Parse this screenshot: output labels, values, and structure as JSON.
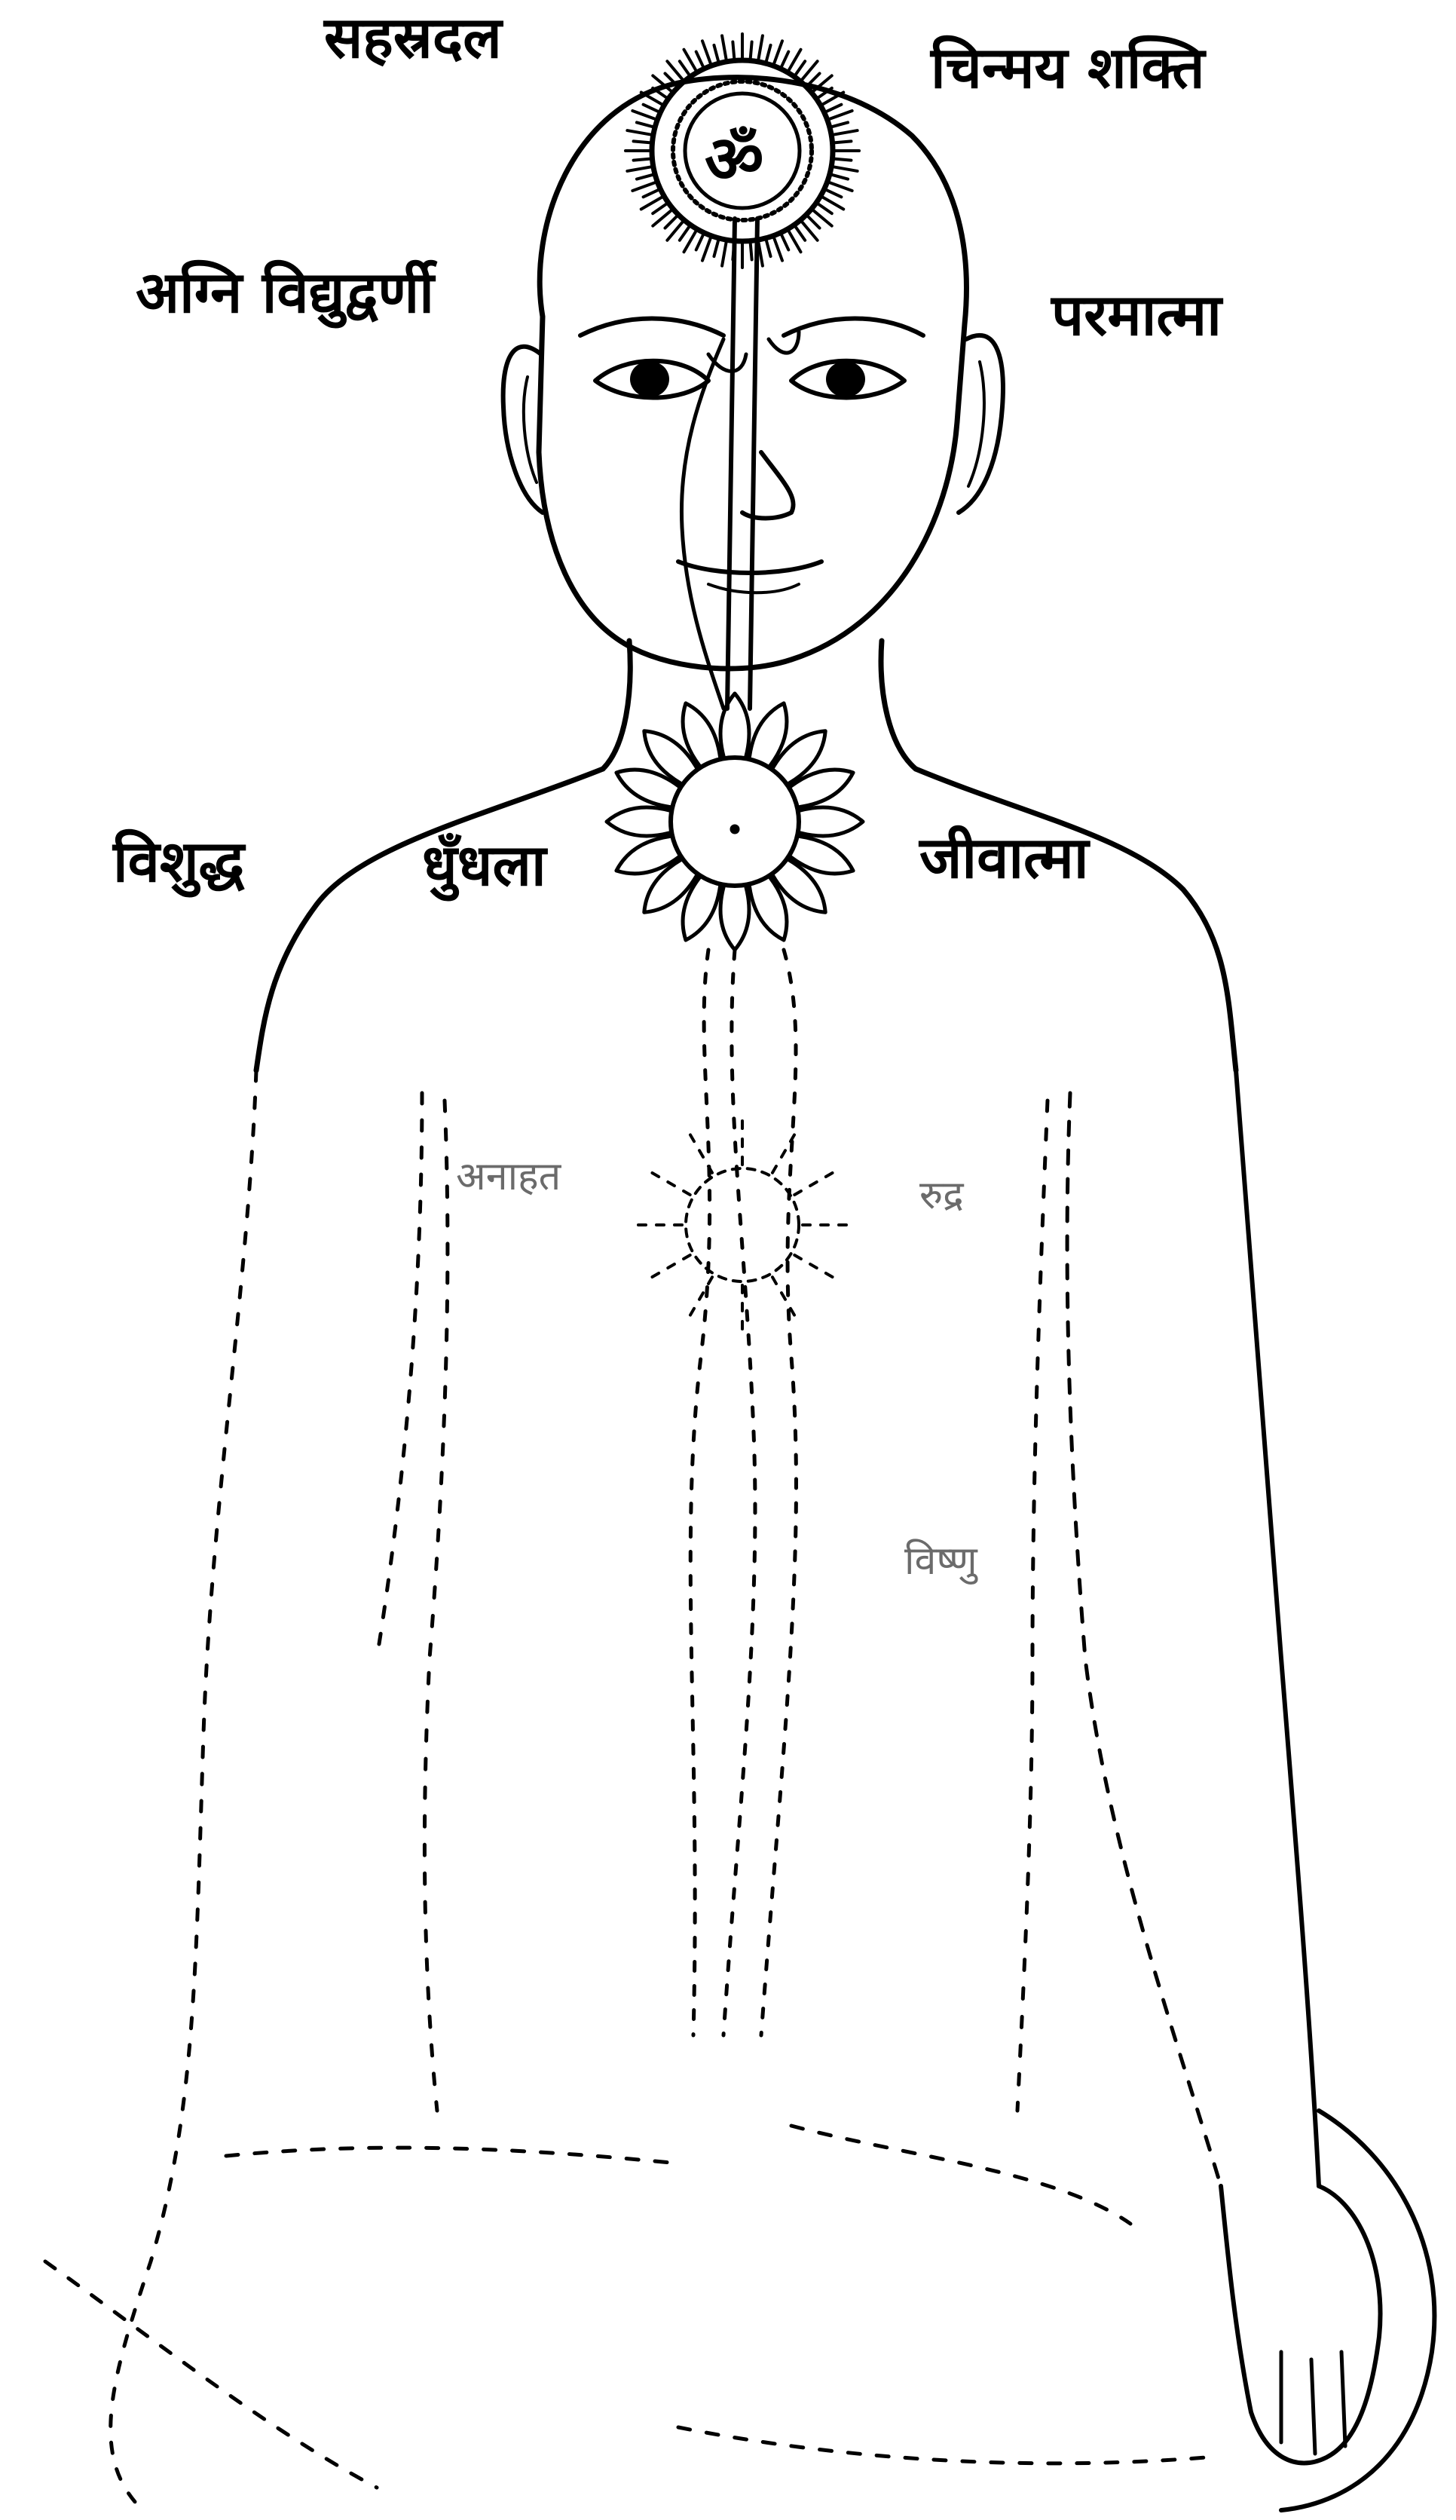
{
  "labels": {
    "sahasradal": "सहस्रदल",
    "chinmay_shakti": "चिन्मय शक्ति",
    "agni_vidyudvarni": "अग्नि विद्युद्वर्णी",
    "paramatma": "परमात्मा",
    "vishuddh": "विशुद्ध",
    "dhundhala": "धुँधला",
    "jivatma": "जीवात्मा",
    "anahat": "अनाहत",
    "rudra": "रुद्र",
    "vishnu": "विष्णु"
  },
  "om_symbol": "ॐ"
}
